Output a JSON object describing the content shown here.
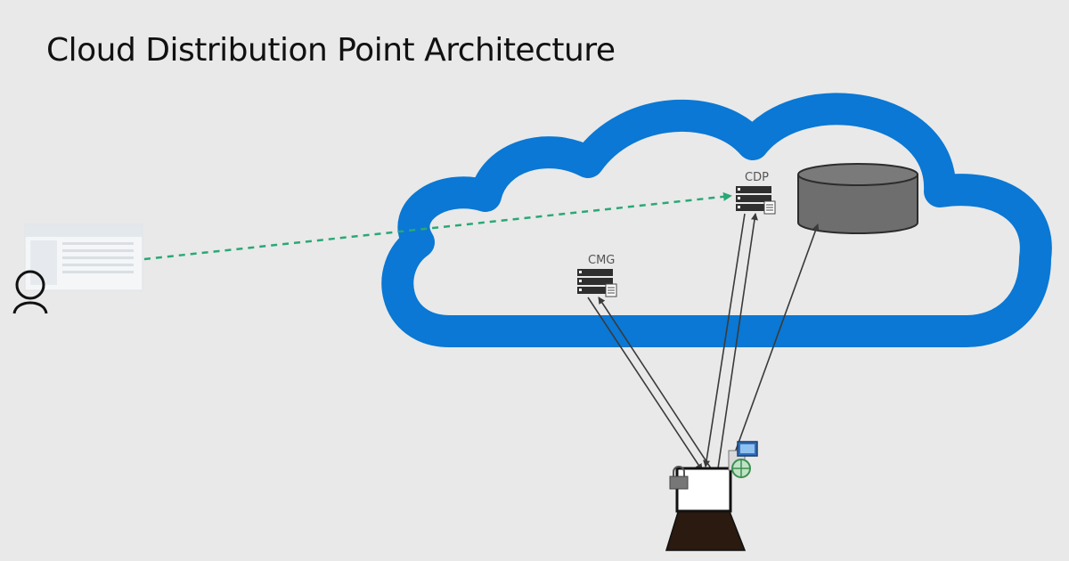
{
  "slide": {
    "title": "Cloud Distribution Point Architecture"
  },
  "nodes": {
    "cdp_label": "CDP",
    "cmg_label": "CMG"
  },
  "colors": {
    "cloud_outline": "#0a78d4",
    "dashed_link": "#2aa876",
    "storage_fill": "#6e6e6e",
    "connector_line": "#3a3a3a",
    "laptop_base": "#2b1a10"
  },
  "icons": {
    "user": "user-icon",
    "admin_console": "console-screenshot-icon",
    "cloud": "cloud-icon",
    "cdp_server": "server-icon",
    "cmg_server": "server-icon",
    "storage": "storage-cylinder-icon",
    "client": "laptop-icon",
    "lock": "lock-icon",
    "certificate": "certificate-icon"
  }
}
